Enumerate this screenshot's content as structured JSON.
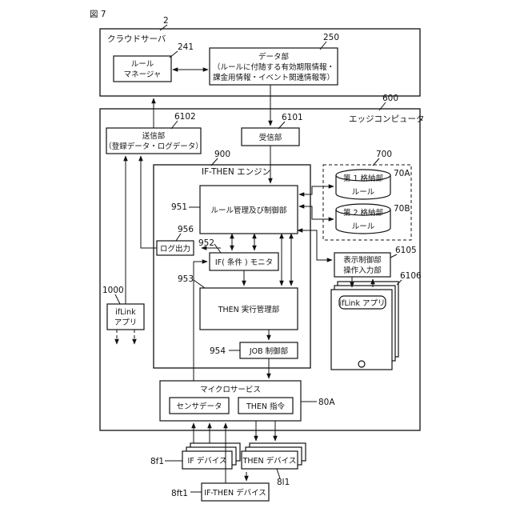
{
  "figure_label": "図 7",
  "refs": {
    "cloud": "2",
    "rule_manager": "241",
    "data_unit": "250",
    "edge": "600",
    "sender": "6102",
    "receiver": "6101",
    "engine": "900",
    "storage_group": "700",
    "storage1": "70A",
    "storage2": "70B",
    "rule_mgmt": "951",
    "log_out": "956",
    "if_monitor": "952",
    "then_exec": "953",
    "job": "954",
    "display": "6105",
    "tablet": "6106",
    "app": "1000",
    "micro": "80A",
    "if_device": "8f1",
    "then_device": "8l1",
    "if_then_device": "8ft1"
  },
  "labels": {
    "cloud": "クラウドサーバ",
    "rule_manager_1": "ルール",
    "rule_manager_2": "マネージャ",
    "data_unit_1": "データ部",
    "data_unit_2": "（ルールに付随する有効期限情報・",
    "data_unit_3": "課金用情報・イベント関連情報等）",
    "edge": "エッジコンピュータ",
    "sender_1": "送信部",
    "sender_2": "（登録データ・ログデータ）",
    "receiver": "受信部",
    "engine": "IF-THEN エンジン",
    "storage1_title": "第 1 格納部",
    "storage1_body": "ルール",
    "storage2_title": "第 2 格納部",
    "storage2_body": "ルール",
    "rule_mgmt": "ルール管理及び制御部",
    "log_out": "ログ出力",
    "if_monitor": "IF( 条件 ) モニタ",
    "then_exec": "THEN 実行管理部",
    "job": "JOB 制御部",
    "display_1": "表示制御部",
    "display_2": "操作入力部",
    "tablet_app": "ifLink アプリ",
    "app_1": "ifLink",
    "app_2": "アプリ",
    "micro": "マイクロサービス",
    "sensor": "センサデータ",
    "then_cmd": "THEN 指令",
    "if_device": "IF デバイス",
    "then_device": "THEN デバイス",
    "if_then_device": "IF-THEN デバイス"
  }
}
